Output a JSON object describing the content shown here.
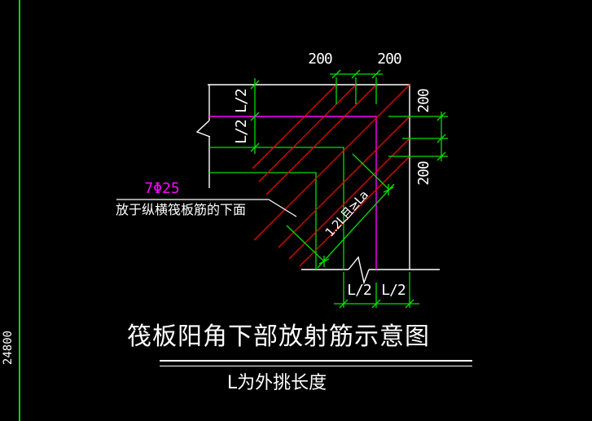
{
  "colors": {
    "background": "#000000",
    "dimension_green": "#00e000",
    "rebar_red": "#ee0000",
    "outline_white": "#ffffff",
    "callout_magenta": "#ff00ff"
  },
  "frame": {
    "ruler_label": "24800"
  },
  "drawing": {
    "dims": {
      "top": [
        "200",
        "200"
      ],
      "right": [
        "200",
        "200"
      ],
      "left": [
        "L/2",
        "L/2"
      ],
      "bottom": [
        "L/2",
        "L/2"
      ]
    },
    "callout": {
      "bar_spec": "7Φ25",
      "note": "放于纵横筏板筋的下面"
    },
    "diagonal_dim_label": "1.2L且≥La",
    "title": "筏板阳角下部放射筋示意图",
    "subtitle": "L为外挑长度"
  }
}
